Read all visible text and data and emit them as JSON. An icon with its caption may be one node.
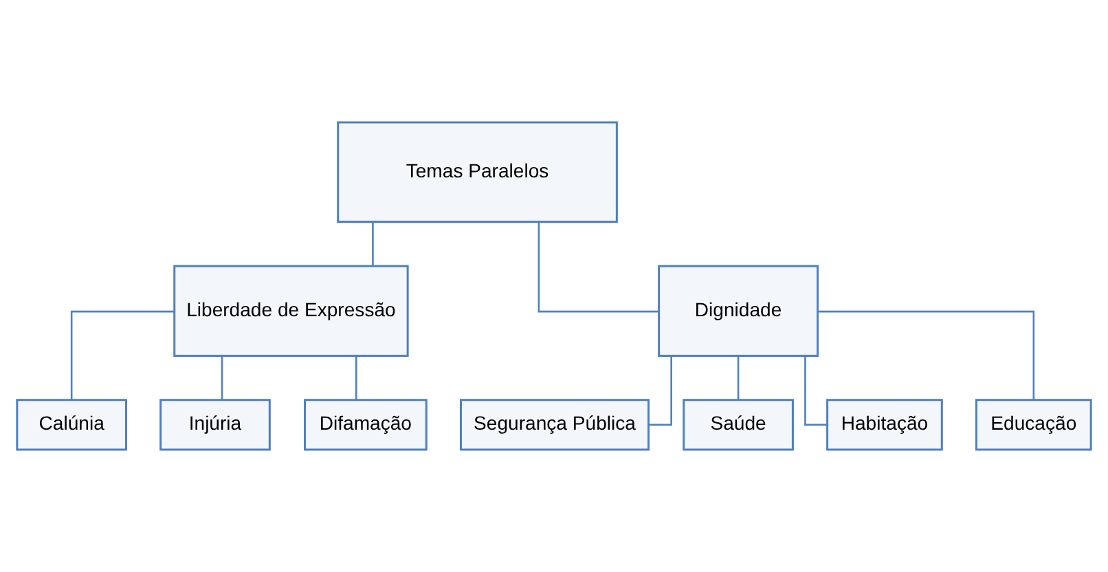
{
  "diagram": {
    "nodes": [
      {
        "text": [
          "Temas Paralelos"
        ]
      },
      {
        "text": [
          "Liberdade de Expressão"
        ]
      },
      {
        "text": [
          "Dignidade"
        ]
      },
      {
        "text": [
          "Calúnia"
        ]
      },
      {
        "text": [
          "Injúria"
        ]
      },
      {
        "text": [
          "Difamação"
        ]
      },
      {
        "text": [
          "Segurança Pública"
        ]
      },
      {
        "text": [
          "Saúde"
        ]
      },
      {
        "text": [
          "Habitação"
        ]
      },
      {
        "text": [
          "Educação"
        ]
      }
    ],
    "edges": [
      {
        "from": 0,
        "to": 1,
        "arrow": "none"
      },
      {
        "from": 0,
        "to": 2,
        "arrow": "none"
      },
      {
        "from": 1,
        "to": 3,
        "arrow": "none"
      },
      {
        "from": 1,
        "to": 4,
        "arrow": "none"
      },
      {
        "from": 1,
        "to": 5,
        "arrow": "none"
      },
      {
        "from": 2,
        "to": 6,
        "arrow": "none"
      },
      {
        "from": 2,
        "to": 7,
        "arrow": "none"
      },
      {
        "from": 2,
        "to": 8,
        "arrow": "none"
      },
      {
        "from": 2,
        "to": 9,
        "arrow": "none"
      }
    ]
  }
}
